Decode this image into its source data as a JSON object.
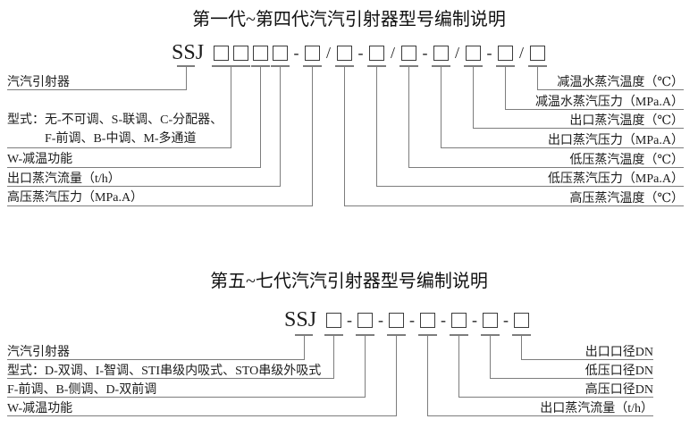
{
  "diagram": {
    "gen1_4": {
      "title": "第一代~第四代汽汽引射器型号编制说明",
      "prefix": "SSJ",
      "sep_dash": "-",
      "sep_slash": "/",
      "left_labels": {
        "ejector": "汽汽引射器",
        "type_line1": "型式：无-不可调、S-联调、C-分配器、",
        "type_line2": "F-前调、B-中调、M-多通道",
        "desuperheat": "W-减温功能",
        "outlet_flow": "出口蒸汽流量（t/h）",
        "hp_pressure": "高压蒸汽压力（MPa.A）"
      },
      "right_labels": {
        "dsw_temp": "减温水蒸汽温度（℃）",
        "dsw_pressure": "减温水蒸汽压力（MPa.A）",
        "outlet_temp": "出口蒸汽温度（℃）",
        "outlet_pressure": "出口蒸汽压力（MPa.A）",
        "lp_temp": "低压蒸汽温度（℃）",
        "lp_pressure": "低压蒸汽压力（MPa.A）",
        "hp_temp": "高压蒸汽温度（℃）"
      }
    },
    "gen5_7": {
      "title": "第五~七代汽汽引射器型号编制说明",
      "prefix": "SSJ",
      "sep_dash": "-",
      "left_labels": {
        "ejector": "汽汽引射器",
        "type": "型式：D-双调、I-智调、STI串级内吸式、STO串级外吸式",
        "front": "F-前调、B-侧调、D-双前调",
        "desuperheat": "W-减温功能"
      },
      "right_labels": {
        "outlet_dn": "出口口径DN",
        "lp_dn": "低压口径DN",
        "hp_dn": "高压口径DN",
        "outlet_flow": "出口蒸汽流量（t/h）"
      }
    }
  }
}
